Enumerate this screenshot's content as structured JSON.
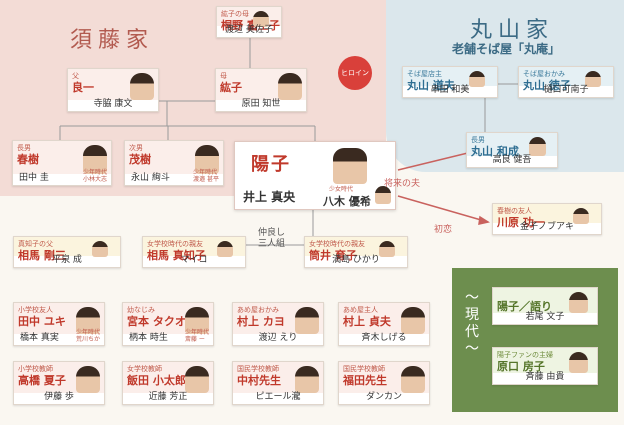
{
  "families": {
    "sudo": "須藤家",
    "maruyama": "丸山家",
    "maruyama_sub": "老舗そば屋「丸庵」"
  },
  "heroine": {
    "badge": "ヒロイン",
    "name": "陽子",
    "actor": "井上 真央",
    "young_role": "少女時代",
    "young_actor": "八木 優希"
  },
  "relations": {
    "future_husband": "将来の夫",
    "first_love": "初恋",
    "three_friends": "仲良し\n三人組"
  },
  "modern": {
    "label": "～現代～"
  },
  "cards": [
    {
      "id": "kazuko-mother",
      "role": "紘子の母",
      "name": "桐野 富士子",
      "actor": "渡辺 美佐子"
    },
    {
      "id": "father",
      "role": "父",
      "name": "良一",
      "actor": "寺脇 康文"
    },
    {
      "id": "mother",
      "role": "母",
      "name": "紘子",
      "actor": "原田 知世"
    },
    {
      "id": "haruki",
      "role": "長男",
      "name": "春樹",
      "actor": "田中 圭",
      "young": "少年時代\n小林大志"
    },
    {
      "id": "shigeki",
      "role": "次男",
      "name": "茂樹",
      "actor": "永山 絢斗",
      "young": "少年時代\n渡邉 甚平"
    },
    {
      "id": "michio",
      "role": "そば屋店主",
      "name": "丸山 道夫",
      "actor": "串田 和美"
    },
    {
      "id": "tokuko",
      "role": "そば屋おかみ",
      "name": "丸山 徳子",
      "actor": "樋口可南子"
    },
    {
      "id": "kazunari",
      "role": "長男",
      "name": "丸山 和成",
      "actor": "高良 健吾"
    },
    {
      "id": "kawahara",
      "role": "春樹の友人",
      "name": "川原 功一",
      "actor": "金子ノブアキ"
    },
    {
      "id": "aiba-father",
      "role": "真知子の父",
      "name": "相馬 剛三",
      "actor": "平泉 成"
    },
    {
      "id": "machiko",
      "role": "女学校時代の親友",
      "name": "相馬 真知子",
      "actor": "マイコ"
    },
    {
      "id": "ikuko",
      "role": "女学校時代の親友",
      "name": "筒井 育子",
      "actor": "満島 ひかり"
    },
    {
      "id": "yuki",
      "role": "小学校友人",
      "name": "田中 ユキ",
      "actor": "橋本 真実",
      "young": "少年時代\n荒川ちか"
    },
    {
      "id": "takuo",
      "role": "幼なじみ",
      "name": "宮本 タクオ",
      "actor": "柄本 時生",
      "young": "少年時代\n斎藤 ー"
    },
    {
      "id": "kayo",
      "role": "あめ屋おかみ",
      "name": "村上 カヨ",
      "actor": "渡辺 えり"
    },
    {
      "id": "sadao",
      "role": "あめ屋主人",
      "name": "村上 貞夫",
      "actor": "斉木しげる"
    },
    {
      "id": "natsuko",
      "role": "小学校教師",
      "name": "高橋 夏子",
      "actor": "伊藤 歩"
    },
    {
      "id": "kotaro",
      "role": "女学校教師",
      "name": "飯田 小太郎",
      "actor": "近藤 芳正"
    },
    {
      "id": "nakamura",
      "role": "国民学校教師",
      "name": "中村先生",
      "actor": "ピエール瀧"
    },
    {
      "id": "fukuda",
      "role": "国民学校教師",
      "name": "福田先生",
      "actor": "ダンカン"
    },
    {
      "id": "narration",
      "role": "",
      "name": "陽子／語り",
      "actor": "若尾 文子"
    },
    {
      "id": "fusako",
      "role": "陽子ファンの主婦",
      "name": "原口 房子",
      "actor": "斉藤 由貴"
    }
  ]
}
